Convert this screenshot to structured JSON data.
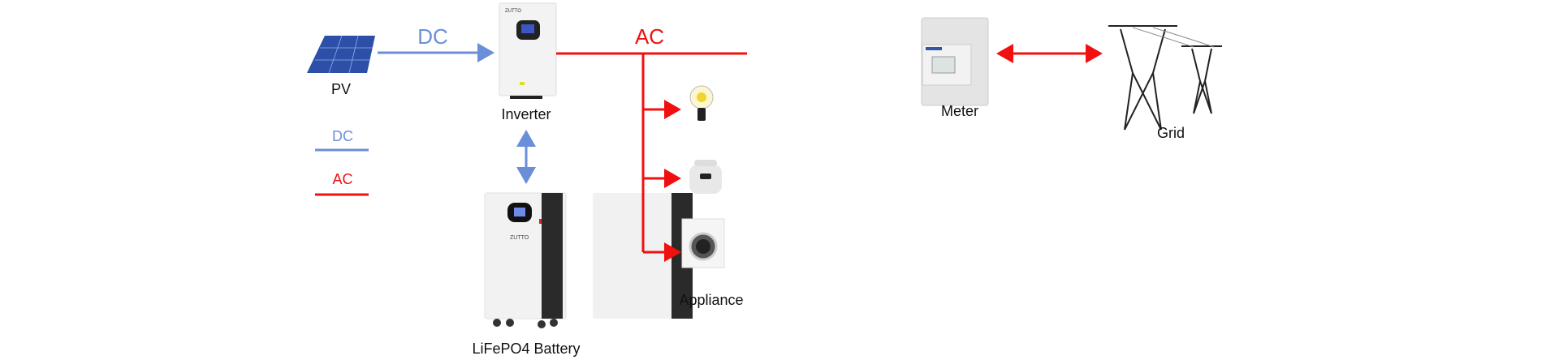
{
  "colors": {
    "dc": "#6a8fd8",
    "ac": "#f01010",
    "text": "#111111"
  },
  "nodes": {
    "pv": {
      "label": "PV",
      "icon": "solar-panel-icon"
    },
    "inverter": {
      "label": "Inverter",
      "icon": "inverter-icon",
      "brand": "ZUTTO"
    },
    "battery": {
      "label": "LiFePO4 Battery",
      "icon": "battery-cabinet-icon",
      "brand": "ZUTTO"
    },
    "meter": {
      "label": "Meter",
      "icon": "energy-meter-icon"
    },
    "grid": {
      "label": "Grid",
      "icon": "power-tower-icon"
    },
    "appliance": {
      "label": "Appliance",
      "icons": [
        "light-bulb-icon",
        "rice-cooker-icon",
        "washing-machine-icon"
      ]
    }
  },
  "edges": {
    "pv_to_inverter": {
      "label": "DC"
    },
    "inverter_to_meter": {
      "label": "AC"
    }
  },
  "legend": [
    {
      "label": "DC"
    },
    {
      "label": "AC"
    }
  ]
}
